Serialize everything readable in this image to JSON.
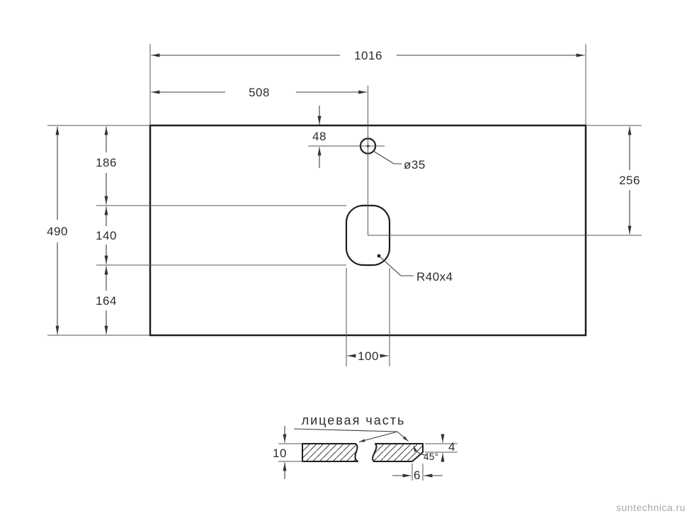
{
  "page": {
    "watermark": "suntechnica.ru",
    "background_color": "#ffffff",
    "line_color": "#1e1e1e",
    "dim_line_color": "#3d3d3d",
    "text_color": "#2c2c2c",
    "watermark_color": "#a8a8a8"
  },
  "top_view": {
    "dims": {
      "overall_width": "1016",
      "half_width": "508",
      "hole_offset": "48",
      "hole_diameter": "ø35",
      "right_center_offset": "256",
      "overall_depth": "490",
      "front_to_cutout": "186",
      "cutout_length": "140",
      "cutout_to_back": "164",
      "cutout_width": "100",
      "cutout_corner_radius": "R40x4"
    }
  },
  "section_view": {
    "label": "лицевая часть",
    "dims": {
      "thickness": "10",
      "edge_flat": "4",
      "chamfer_angle": "45°",
      "chamfer_depth": "6"
    }
  }
}
